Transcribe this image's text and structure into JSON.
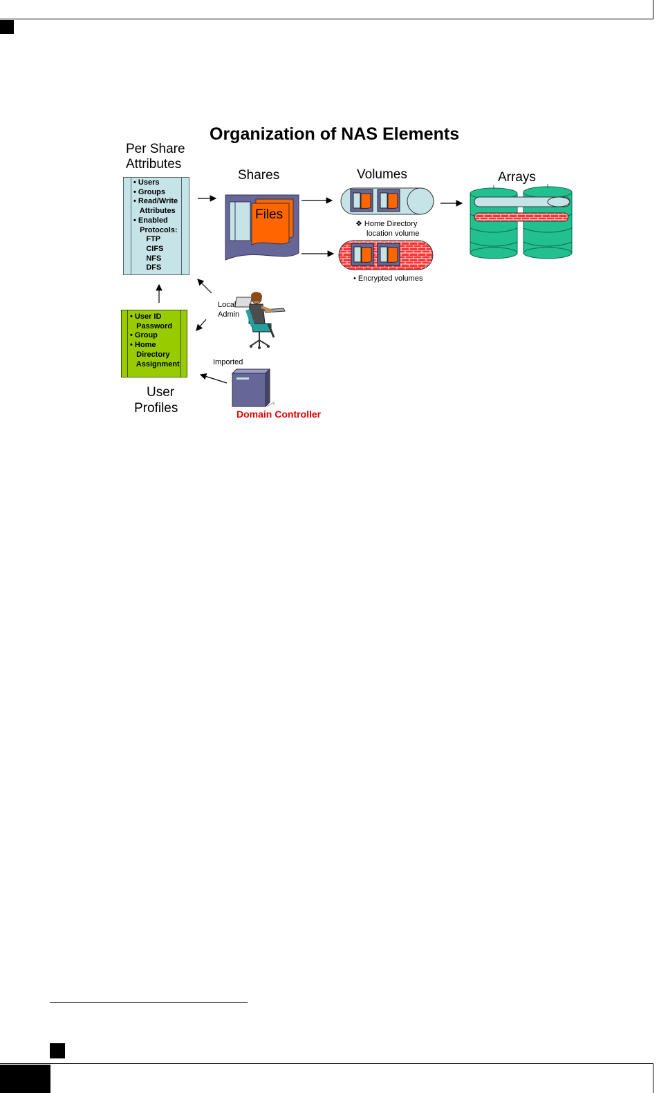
{
  "diagram": {
    "title": "Organization of NAS Elements",
    "per_share": {
      "heading_line1": "Per Share",
      "heading_line2": "Attributes",
      "items": [
        "• Users",
        "• Groups",
        "• Read/Write",
        "   Attributes",
        "• Enabled",
        "   Protocols:",
        "      FTP",
        "      CIFS",
        "      NFS",
        "      DFS"
      ]
    },
    "shares": {
      "heading": "Shares",
      "files_label": "Files"
    },
    "volumes": {
      "heading": "Volumes",
      "home_note_line1": "❖ Home Directory",
      "home_note_line2": "location volume",
      "encrypted_note": "• Encrypted volumes"
    },
    "arrays": {
      "heading": "Arrays"
    },
    "local_admin": {
      "line1": "Local",
      "line2": "Admin"
    },
    "user_profiles": {
      "heading_line1": "User",
      "heading_line2": "Profiles",
      "items": [
        "• User ID",
        "   Password",
        "• Group",
        "• Home",
        "   Directory",
        "   Assignment"
      ]
    },
    "imported_label": "Imported",
    "domain_controller_label": "Domain Controller",
    "colors": {
      "attribute_box": "#c6e4e8",
      "user_box": "#99cc00",
      "shares": "#666699",
      "files": "#ff6600",
      "arrays": "#22c08f",
      "encrypted": "#ff3333",
      "domain_controller_text": "#e00000"
    }
  }
}
